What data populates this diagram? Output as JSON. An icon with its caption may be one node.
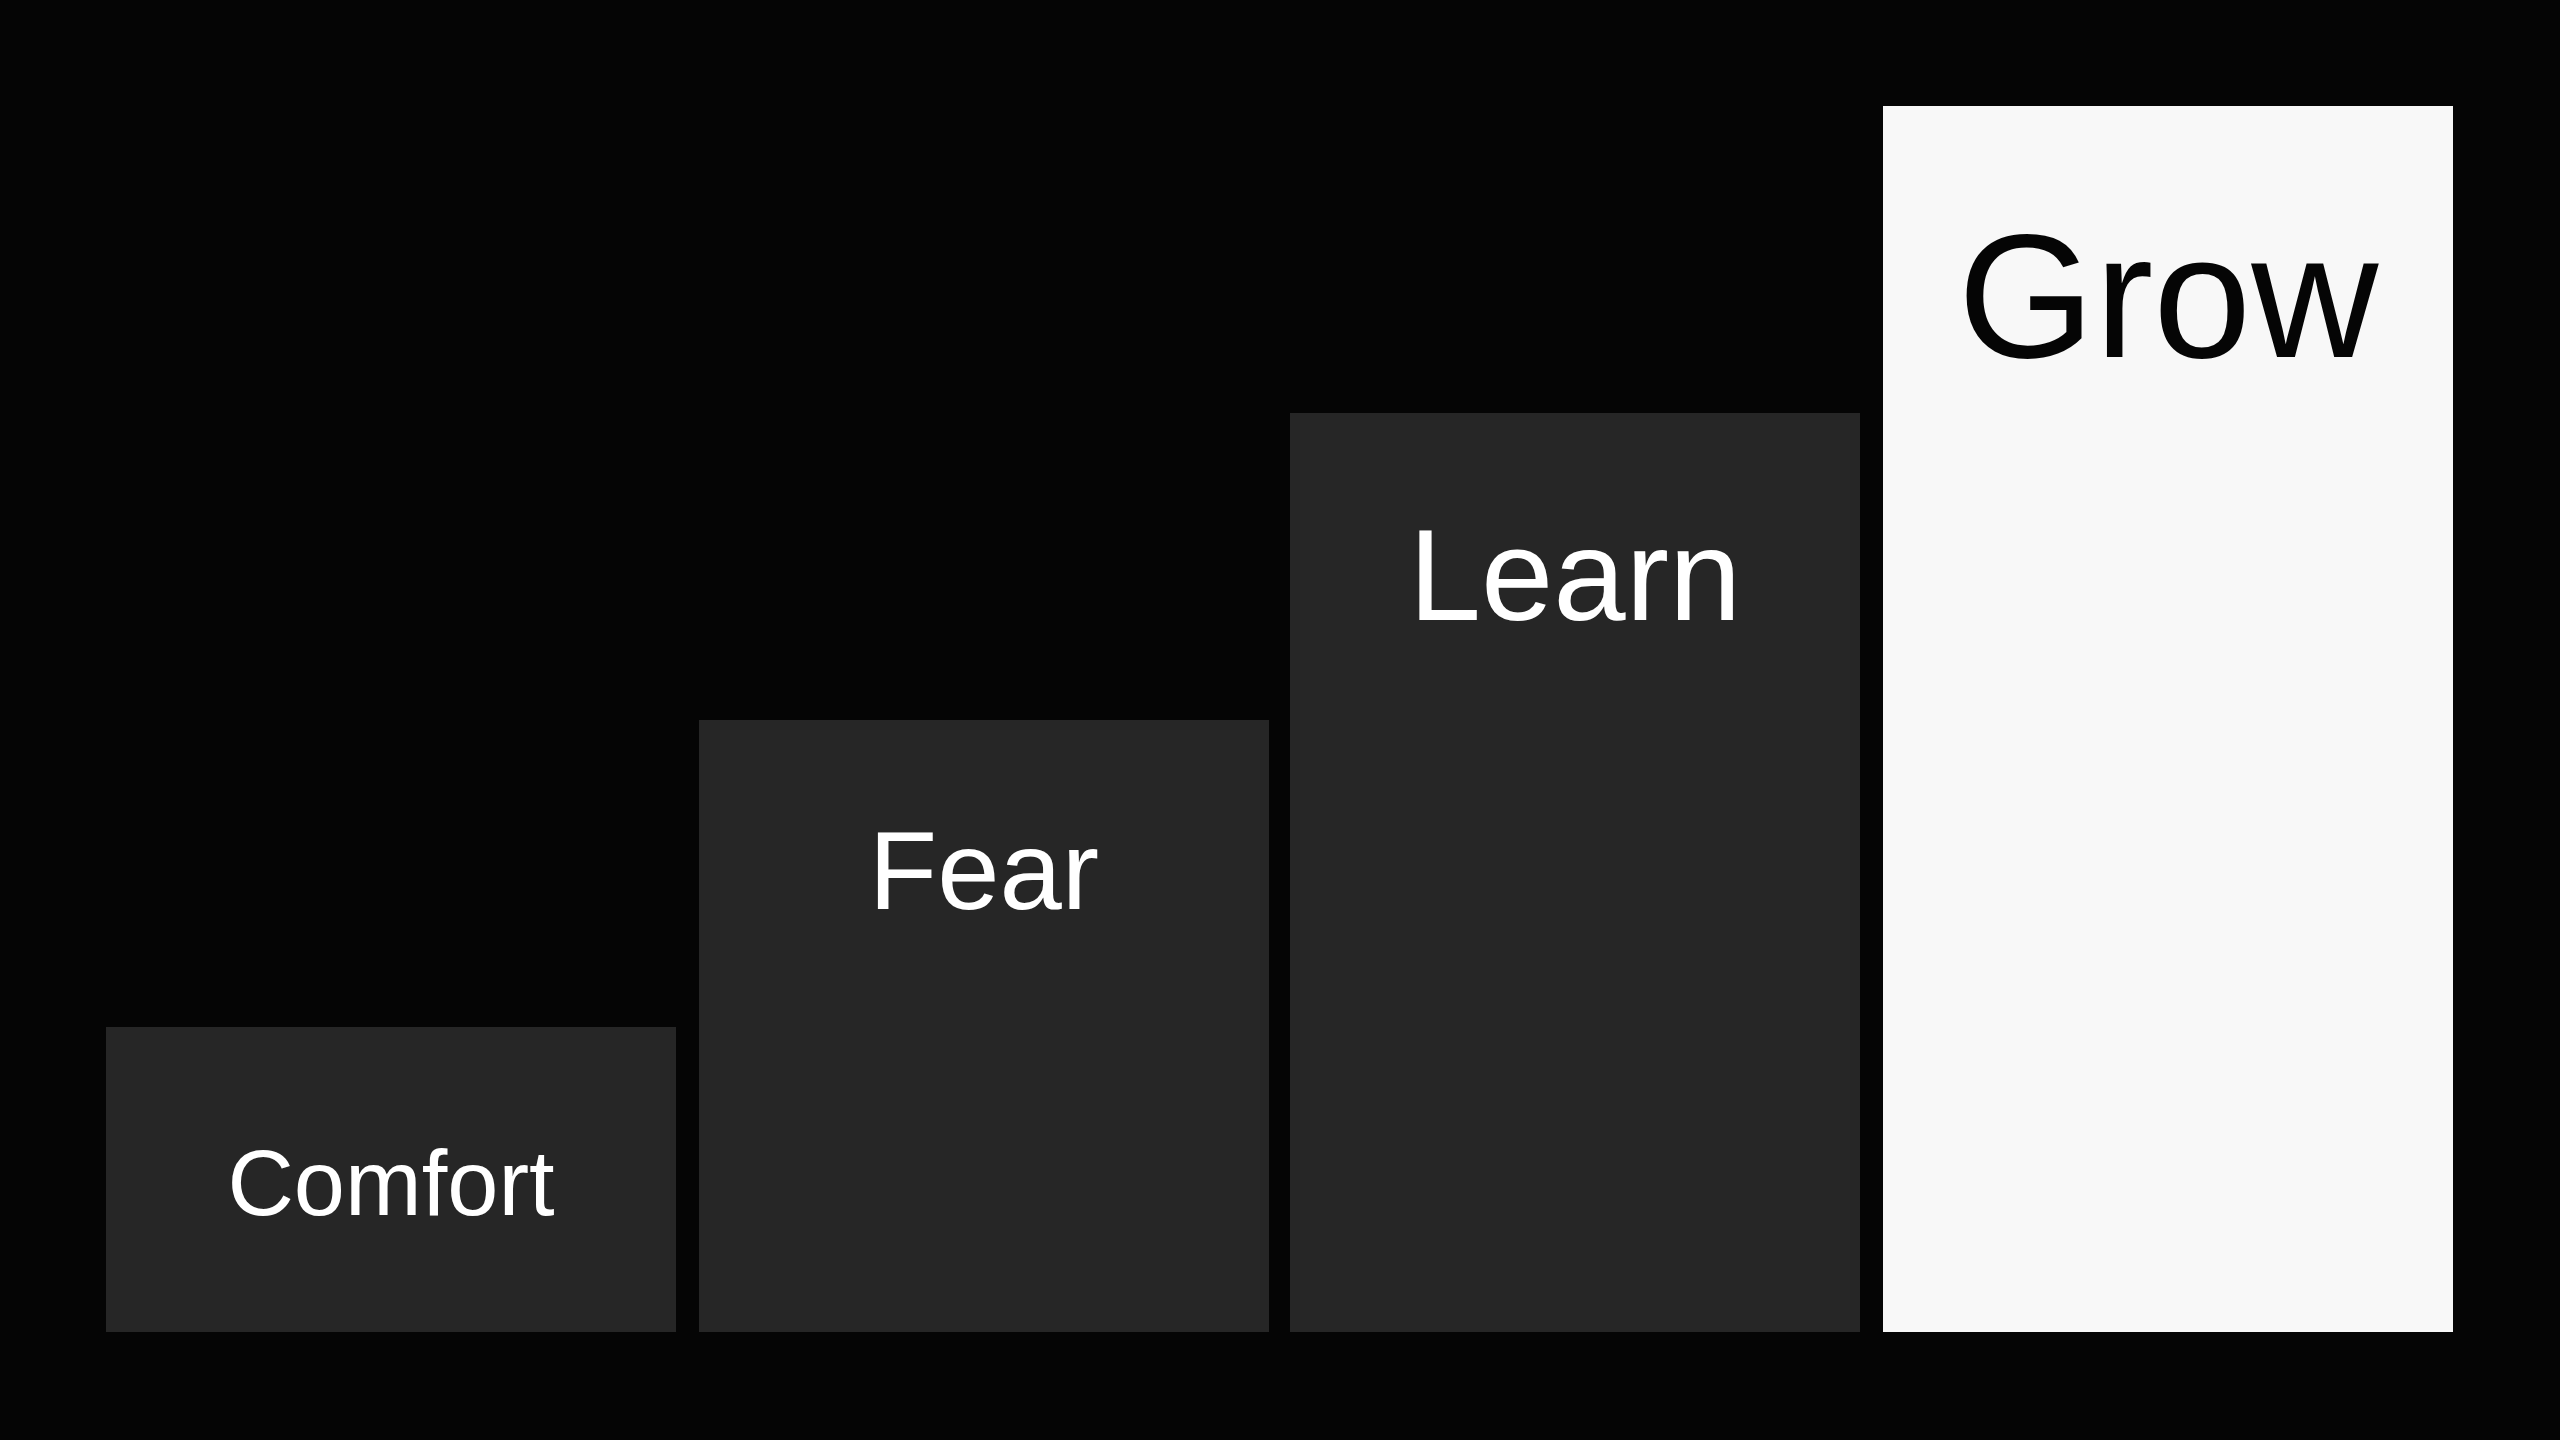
{
  "diagram": {
    "nodes": [
      {
        "text": [
          "Comfort"
        ]
      },
      {
        "text": [
          "Fear"
        ]
      },
      {
        "text": [
          "Learn"
        ]
      },
      {
        "text": [
          "Grow"
        ]
      }
    ]
  }
}
